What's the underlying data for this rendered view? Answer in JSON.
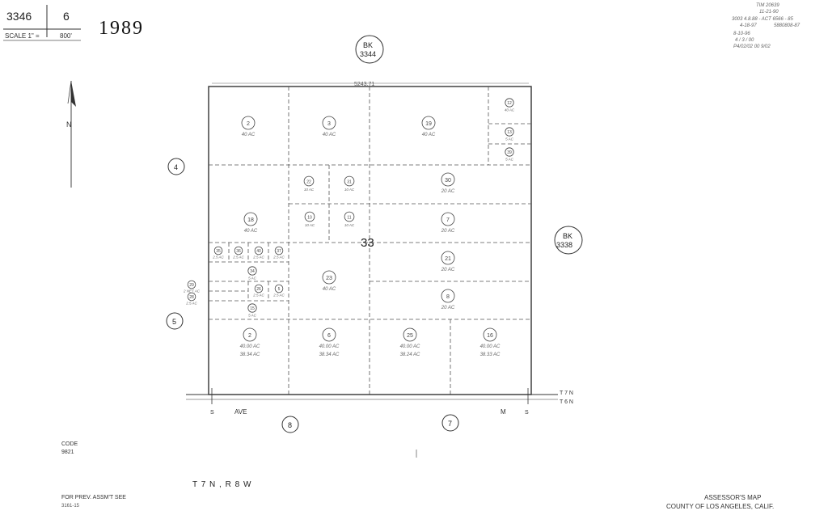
{
  "header": {
    "book": "3346",
    "page": "6",
    "scale_label": "SCALE 1\" =",
    "scale_value": "800'",
    "year": "1989"
  },
  "stamps": [
    "TIM 20639",
    "11-21-90",
    "3003 4.8.88 - ACT 6566 - 85",
    "4-18-97",
    "5880808-87",
    "8-10-96",
    "4 / 3 / 00",
    "P4/02/02 00 9/02"
  ],
  "section_number": "33",
  "adjacent_books": [
    {
      "label": "BK",
      "number": "3344"
    },
    {
      "label": "BK",
      "number": "3338"
    }
  ],
  "adjacent_pages": [
    "4",
    "5",
    "8",
    "7"
  ],
  "north_label": "N",
  "top_dimension": "5243.71",
  "parcels": [
    {
      "id": "2",
      "area": "40 AC"
    },
    {
      "id": "3",
      "area": "40 AC"
    },
    {
      "id": "19",
      "area": "40 AC"
    },
    {
      "id": "12",
      "area": "40 AC"
    },
    {
      "id": "13",
      "area": "5 AC"
    },
    {
      "id": "39",
      "area": "5 AC"
    },
    {
      "id": "22",
      "area": "10 AC"
    },
    {
      "id": "31",
      "area": "10 AC"
    },
    {
      "id": "30",
      "area": "20 AC"
    },
    {
      "id": "18",
      "area": "40 AC"
    },
    {
      "id": "10",
      "area": "10 AC"
    },
    {
      "id": "11",
      "area": "10 AC"
    },
    {
      "id": "7",
      "area": "20 AC"
    },
    {
      "id": "35",
      "area": "2.5 AC"
    },
    {
      "id": "36",
      "area": "2.5 AC"
    },
    {
      "id": "40",
      "area": "2.5 AC"
    },
    {
      "id": "37",
      "area": "2.5 AC"
    },
    {
      "id": "34",
      "area": "5 AC"
    },
    {
      "id": "29",
      "area": "2 NET AC"
    },
    {
      "id": "28",
      "area": "2.5 AC"
    },
    {
      "id": "26",
      "area": "2.5 AC"
    },
    {
      "id": "5",
      "area": "2.5 AC"
    },
    {
      "id": "15",
      "area": "5 AC"
    },
    {
      "id": "23",
      "area": "40 AC"
    },
    {
      "id": "21",
      "area": "20 AC"
    },
    {
      "id": "8",
      "area": "20 AC"
    },
    {
      "id": "2",
      "area": "40.00 AC"
    },
    {
      "id": "6",
      "area": "40.00 AC"
    },
    {
      "id": "25",
      "area": "40.00 AC"
    },
    {
      "id": "16",
      "area": "40.00 AC"
    }
  ],
  "bottom_lines": [
    "38.34 AC",
    "38.34 AC",
    "38.24 AC",
    "38.33 AC"
  ],
  "road": {
    "left": "AVE",
    "right": "M"
  },
  "corner_marks": [
    "S",
    "S",
    "T 7 N",
    "T 6 N"
  ],
  "code_label": "CODE",
  "code_value": "9821",
  "township": "T 7 N , R 8 W",
  "prev_assmt_label": "FOR PREV. ASSM'T SEE",
  "prev_assmt_value": "3161-15",
  "map_title": "ASSESSOR'S MAP",
  "county": "COUNTY OF LOS ANGELES, CALIF."
}
